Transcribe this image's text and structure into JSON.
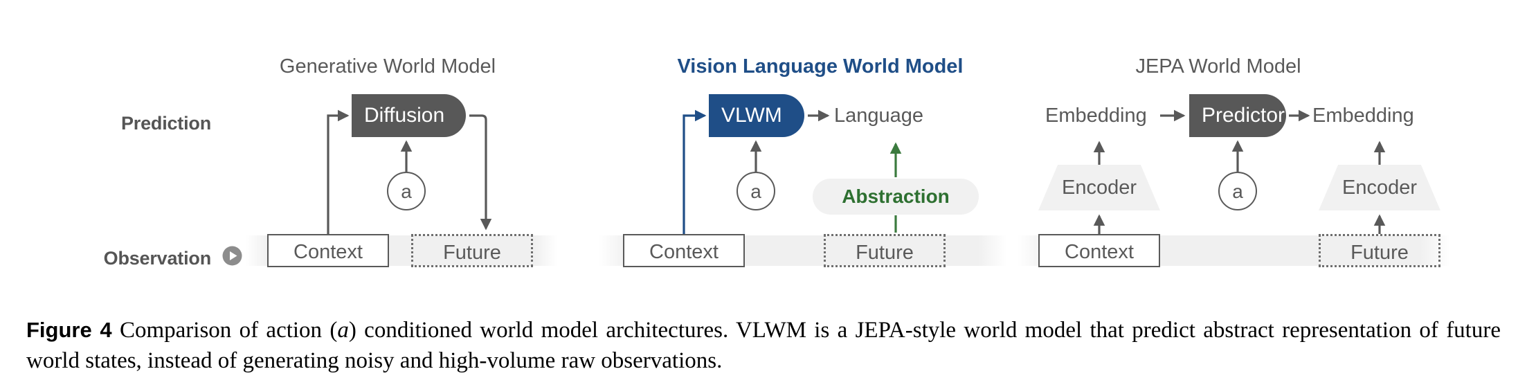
{
  "figure": {
    "row_labels": {
      "prediction": "Prediction",
      "observation": "Observation"
    },
    "icons": {
      "timeline_play": "play-circle-icon"
    },
    "colors": {
      "vlwm_blue": "#1F4E87",
      "model_dark_gray": "#585858",
      "abstraction_green": "#2E7031",
      "text_gray": "#595959",
      "timeline_gray": "#F0F0F0",
      "encoder_fill": "#F1F1F1"
    },
    "panels": [
      {
        "id": "generative",
        "title": "Generative World Model",
        "title_highlighted": false,
        "model_block": "Diffusion",
        "action_label": "a",
        "context_label": "Context",
        "future_label": "Future",
        "output_label": null
      },
      {
        "id": "vlwm",
        "title": "Vision Language World Model",
        "title_highlighted": true,
        "model_block": "VLWM",
        "action_label": "a",
        "context_label": "Context",
        "future_label": "Future",
        "output_label": "Language",
        "abstraction_label": "Abstraction"
      },
      {
        "id": "jepa",
        "title": "JEPA World Model",
        "title_highlighted": false,
        "model_block": "Predictor",
        "action_label": "a",
        "context_label": "Context",
        "future_label": "Future",
        "embedding_left": "Embedding",
        "embedding_right": "Embedding",
        "encoder_left": "Encoder",
        "encoder_right": "Encoder"
      }
    ],
    "caption": {
      "label": "Figure 4",
      "text_before_math": " Comparison of action (",
      "math": "a",
      "text_after_math": ") conditioned world model architectures. VLWM is a JEPA-style world model that predict abstract representation of future world states, instead of generating noisy and high-volume raw observations."
    }
  }
}
